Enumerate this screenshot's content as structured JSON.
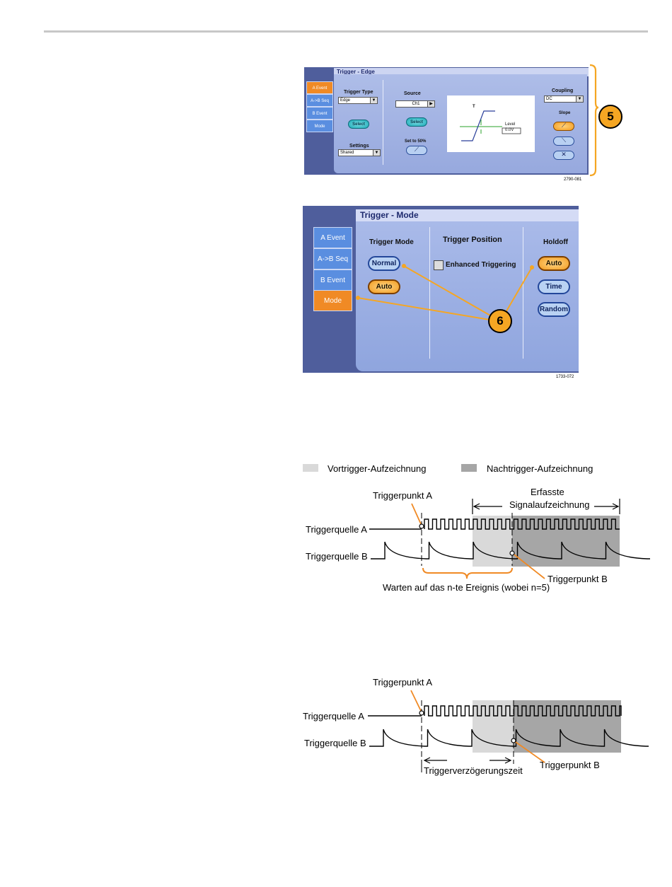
{
  "panel_edge": {
    "title": "Trigger - Edge",
    "tabs": [
      "A Event",
      "A->B Seq",
      "B Event",
      "Mode"
    ],
    "active_tab": "A Event",
    "trigger_type_label": "Trigger Type",
    "trigger_type_value": "Edge",
    "select_label": "Select",
    "settings_label": "Settings",
    "settings_value": "Shared",
    "source_label": "Source",
    "source_value": "Ch1",
    "source_select_label": "Select",
    "set50_label": "Set to 50%",
    "coupling_label": "Coupling",
    "coupling_value": "DC",
    "slope_label": "Slope",
    "graph_t_label": "T",
    "level_label": "Level",
    "level_value": "0.0V",
    "figure_code": "2790-081",
    "callout": "5"
  },
  "panel_mode": {
    "title": "Trigger - Mode",
    "tabs": [
      "A Event",
      "A->B Seq",
      "B Event",
      "Mode"
    ],
    "active_tab": "Mode",
    "trigger_mode_label": "Trigger Mode",
    "normal_label": "Normal",
    "auto_label": "Auto",
    "trigger_position_label": "Trigger Position",
    "enhanced_label": "Enhanced Triggering",
    "holdoff_label": "Holdoff",
    "holdoff_auto_label": "Auto",
    "holdoff_time_label": "Time",
    "holdoff_random_label": "Random",
    "figure_code": "1733-072",
    "callout": "6"
  },
  "diagram1": {
    "legend_pre": "Vortrigger-Aufzeichnung",
    "legend_post": "Nachtrigger-Aufzeichnung",
    "acquired_line1": "Erfasste",
    "acquired_line2": "Signalaufzeichnung",
    "trigger_point_a": "Triggerpunkt A",
    "source_a": "Triggerquelle A",
    "source_b": "Triggerquelle B",
    "trigger_point_b": "Triggerpunkt B",
    "wait_label": "Warten auf das n-te Ereignis (wobei n=5)"
  },
  "diagram2": {
    "trigger_point_a": "Triggerpunkt A",
    "source_a": "Triggerquelle A",
    "source_b": "Triggerquelle B",
    "trigger_point_b": "Triggerpunkt B",
    "delay_label": "Triggerverzögerungszeit"
  },
  "colors": {
    "orange": "#f08a25",
    "panel_dark": "#4f5e9c",
    "pre_trigger_gray": "#d9d9d9",
    "post_trigger_gray": "#a6a6a6"
  }
}
